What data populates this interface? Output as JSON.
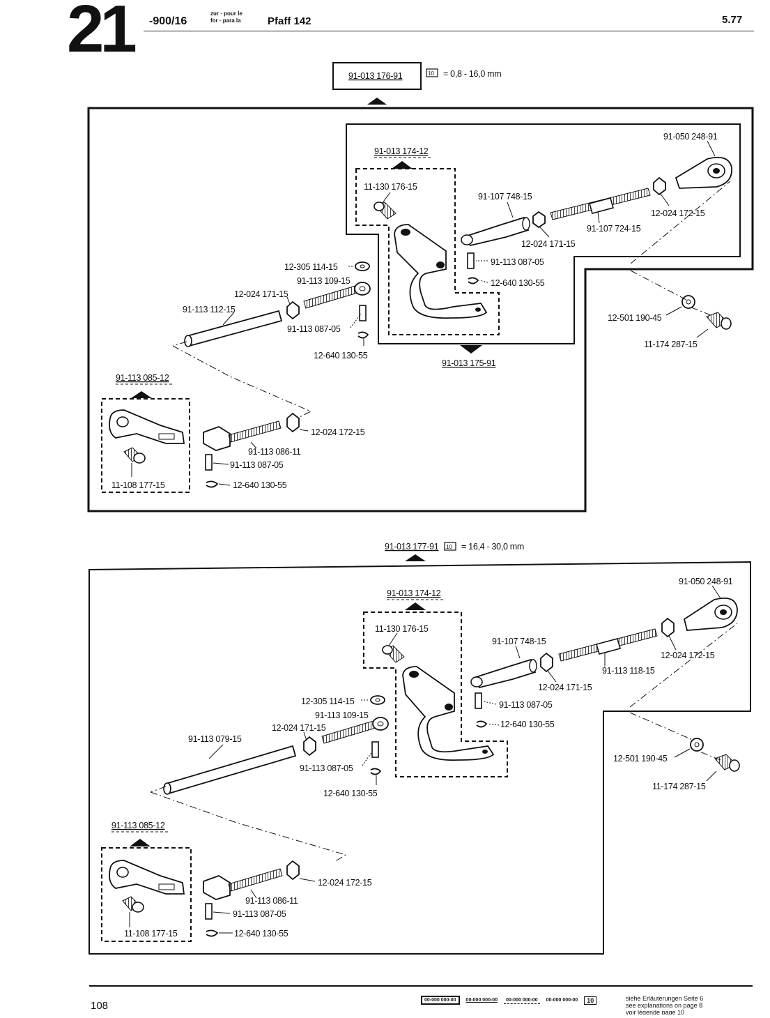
{
  "header": {
    "section_number": "21",
    "model": "-900/16",
    "small_de_fr": "zur · pour le",
    "small_en_es": "for · para la",
    "machine": "Pfaff 142",
    "date": "5.77"
  },
  "top_assembly": {
    "main_part": "91-013 176-91",
    "range_ref": "10",
    "range_text": "= 0,8 - 16,0 mm",
    "sub_inner_upper": "91-013 174-12",
    "sub_inner_lower": "91-013 175-91",
    "sub_lower_left": "91-113 085-12",
    "labels": {
      "a": "91-050 248-91",
      "b": "11-130 176-15",
      "c": "91-107 748-15",
      "d": "12-024 172-15",
      "e": "91-107 724-15",
      "f": "12-024 171-15",
      "g": "91-113 087-05",
      "h": "12-640 130-55",
      "i": "12-305 114-15",
      "j": "91-113 109-15",
      "k": "12-024 171-15",
      "l": "91-113 112-15",
      "m": "91-113 087-05",
      "n": "12-640 130-55",
      "o": "12-501 190-45",
      "p": "11-174 287-15",
      "q": "12-024 172-15",
      "r": "91-113 086-11",
      "s": "91-113 087-05",
      "t": "11-108 177-15",
      "u": "12-640 130-55"
    }
  },
  "bottom_assembly": {
    "main_part": "91-013 177-91",
    "range_ref": "10",
    "range_text": "= 16,4 - 30,0 mm",
    "sub_inner_upper": "91-013 174-12",
    "sub_lower_left": "91-113 085-12",
    "labels": {
      "a": "91-050 248-91",
      "b": "11-130 176-15",
      "c": "91-107 748-15",
      "d": "12-024 172-15",
      "e": "91-113 118-15",
      "f": "12-024 171-15",
      "g": "91-113 087-05",
      "h": "12-640 130-55",
      "i": "12-305 114-15",
      "j": "91-113 109-15",
      "k": "12-024 171-15",
      "l": "91-113 079-15",
      "m": "91-113 087-05",
      "n": "12-640 130-55",
      "o": "12-501 190-45",
      "p": "11-174 287-15",
      "q": "12-024 172-15",
      "r": "91-113 086-11",
      "s": "91-113 087-05",
      "t": "11-108 177-15",
      "u": "12-640 130-55"
    }
  },
  "footer": {
    "page": "108",
    "legend_codes": [
      "00-000 000-00",
      "00-000 000-00",
      "00-000 000-00",
      "00-000 000-00"
    ],
    "legend_ref": "10",
    "legend_lines": [
      "siehe Erläuterungen Seite 6",
      "see explanations on page 8",
      "voir légende page 10"
    ]
  }
}
